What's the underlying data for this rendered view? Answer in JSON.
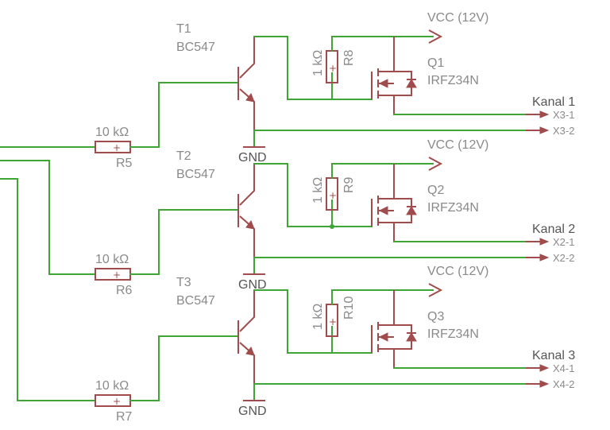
{
  "colors": {
    "wire": "#3fa535",
    "symbol": "#a04c4c",
    "text": "#8a8a8a",
    "text_dark": "#555555"
  },
  "transistors": [
    {
      "name": "T1",
      "type": "BC547"
    },
    {
      "name": "T2",
      "type": "BC547"
    },
    {
      "name": "T3",
      "type": "BC547"
    }
  ],
  "mosfets": [
    {
      "name": "Q1",
      "type": "IRFZ34N"
    },
    {
      "name": "Q2",
      "type": "IRFZ34N"
    },
    {
      "name": "Q3",
      "type": "IRFZ34N"
    }
  ],
  "base_resistors": [
    {
      "name": "R5",
      "value": "10 kΩ"
    },
    {
      "name": "R6",
      "value": "10 kΩ"
    },
    {
      "name": "R7",
      "value": "10 kΩ"
    }
  ],
  "pullup_resistors": [
    {
      "name": "R8",
      "value": "1 kΩ"
    },
    {
      "name": "R9",
      "value": "1 kΩ"
    },
    {
      "name": "R10",
      "value": "1 kΩ"
    }
  ],
  "supply": {
    "vcc": "VCC (12V)",
    "gnd": "GND"
  },
  "channels": [
    {
      "label": "Kanal 1",
      "pin1": "X3-1",
      "pin2": "X3-2"
    },
    {
      "label": "Kanal 2",
      "pin1": "X2-1",
      "pin2": "X2-2"
    },
    {
      "label": "Kanal 3",
      "pin1": "X4-1",
      "pin2": "X4-2"
    }
  ]
}
